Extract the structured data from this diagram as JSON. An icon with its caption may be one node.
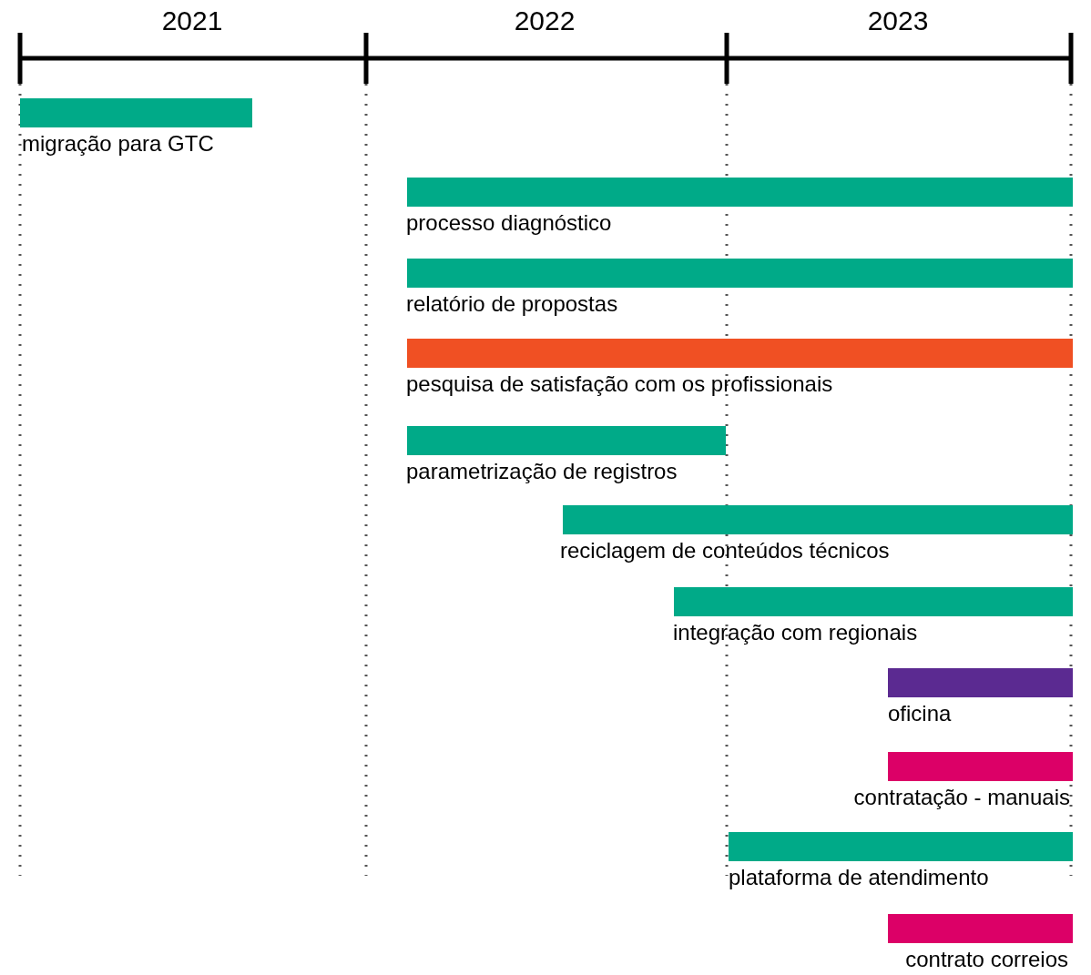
{
  "diagram": {
    "nodes": [
      {
        "text": [],
        "shape": "bar",
        "beside": [
          "migração para GTC"
        ]
      },
      {
        "text": [],
        "shape": "bar",
        "beside": [
          "processo diagnóstico"
        ]
      },
      {
        "text": [],
        "shape": "bar",
        "beside": [
          "relatório de propostas"
        ]
      },
      {
        "text": [],
        "shape": "bar",
        "beside": [
          "pesquisa de satisfação com os profissionais"
        ]
      },
      {
        "text": [],
        "shape": "bar",
        "beside": [
          "parametrização de registros"
        ]
      },
      {
        "text": [],
        "shape": "bar",
        "beside": [
          "reciclagem de conteúdos técnicos"
        ]
      },
      {
        "text": [],
        "shape": "bar",
        "beside": [
          "integração com regionais"
        ]
      },
      {
        "text": [],
        "shape": "bar",
        "beside": [
          "oficina"
        ]
      },
      {
        "text": [],
        "shape": "bar",
        "beside": [
          "contratação - manuais"
        ]
      },
      {
        "text": [],
        "shape": "bar",
        "beside": [
          "plataforma de atendimento"
        ]
      },
      {
        "text": [],
        "shape": "bar",
        "beside": [
          "contrato correios"
        ]
      }
    ],
    "labels": [
      "2021",
      "2022",
      "2023"
    ]
  }
}
